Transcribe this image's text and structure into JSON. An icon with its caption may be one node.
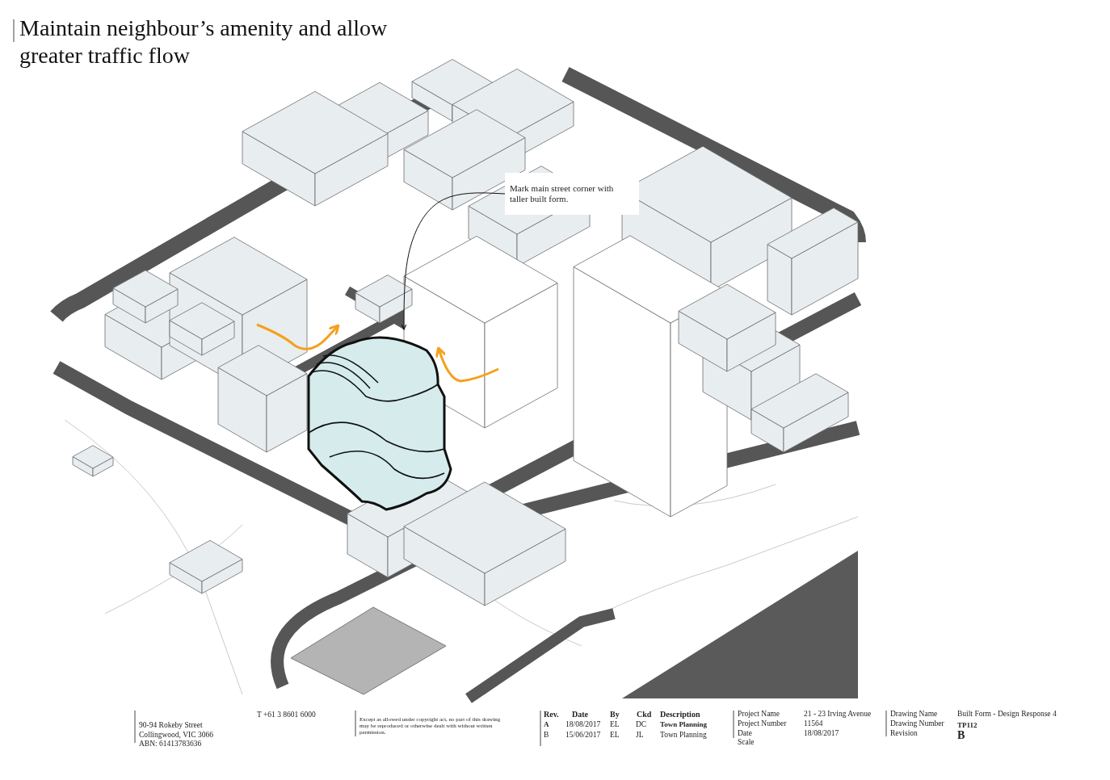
{
  "diagram": {
    "title": "Maintain neighbour’s amenity and allow greater traffic flow",
    "nodes": [
      {
        "text": [
          "Mark main street corner with taller built form."
        ]
      },
      {
        "text": [],
        "shape": "picture"
      }
    ],
    "edges": [
      {
        "from": 0,
        "to": 1,
        "arrow": "to"
      }
    ],
    "labels": [
      "90-94 Rokeby Street",
      "Collingwood, VIC 3066",
      "ABN: 61413783636",
      "T +61 3 8601 6000",
      "Except as allowed under copyright act, no part of this drawing may be reproduced or otherwise dealt with without written permission.",
      "Rev.",
      "Date",
      "By",
      "Ckd",
      "Description",
      "A",
      "18/08/2017",
      "EL",
      "DC",
      "Town Planning",
      "B",
      "15/06/2017",
      "EL",
      "JL",
      "Town Planning",
      "Project Name",
      "21 - 23 Irving Avenue",
      "Project Number",
      "11564",
      "Date",
      "18/08/2017",
      "Scale",
      "Drawing Name",
      "Built Form - Design Response 4",
      "Drawing Number",
      "TP112",
      "Revision",
      "B"
    ]
  }
}
